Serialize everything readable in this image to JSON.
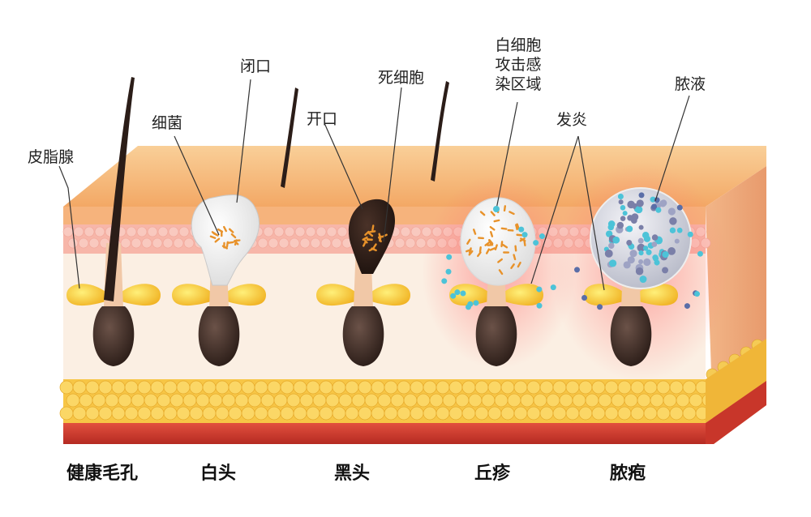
{
  "labels": {
    "sebaceous_gland": "皮脂腺",
    "bacteria": "细菌",
    "closed": "闭口",
    "open": "开口",
    "dead_cells": "死细胞",
    "wbc_area_lines": [
      "白细胞",
      "攻击感",
      "染区域"
    ],
    "inflammation": "发炎",
    "pus": "脓液"
  },
  "stages": [
    "健康毛孔",
    "白头",
    "黑头",
    "丘疹",
    "脓疱"
  ],
  "colors": {
    "epidermis_top": "#f9c58a",
    "epidermis": "#f5b47a",
    "pink_layer": "#f7b3a8",
    "dermis": "#fbeee2",
    "fat": "#f6c23c",
    "muscle": "#d23a2c",
    "follicle": "#3a2a24",
    "gland": "#f8cf3a",
    "bacteria": "#e89428",
    "white_cell": "#4cc3d8",
    "pus": "#c9ccd8",
    "inflame": "#ff5a5a"
  }
}
